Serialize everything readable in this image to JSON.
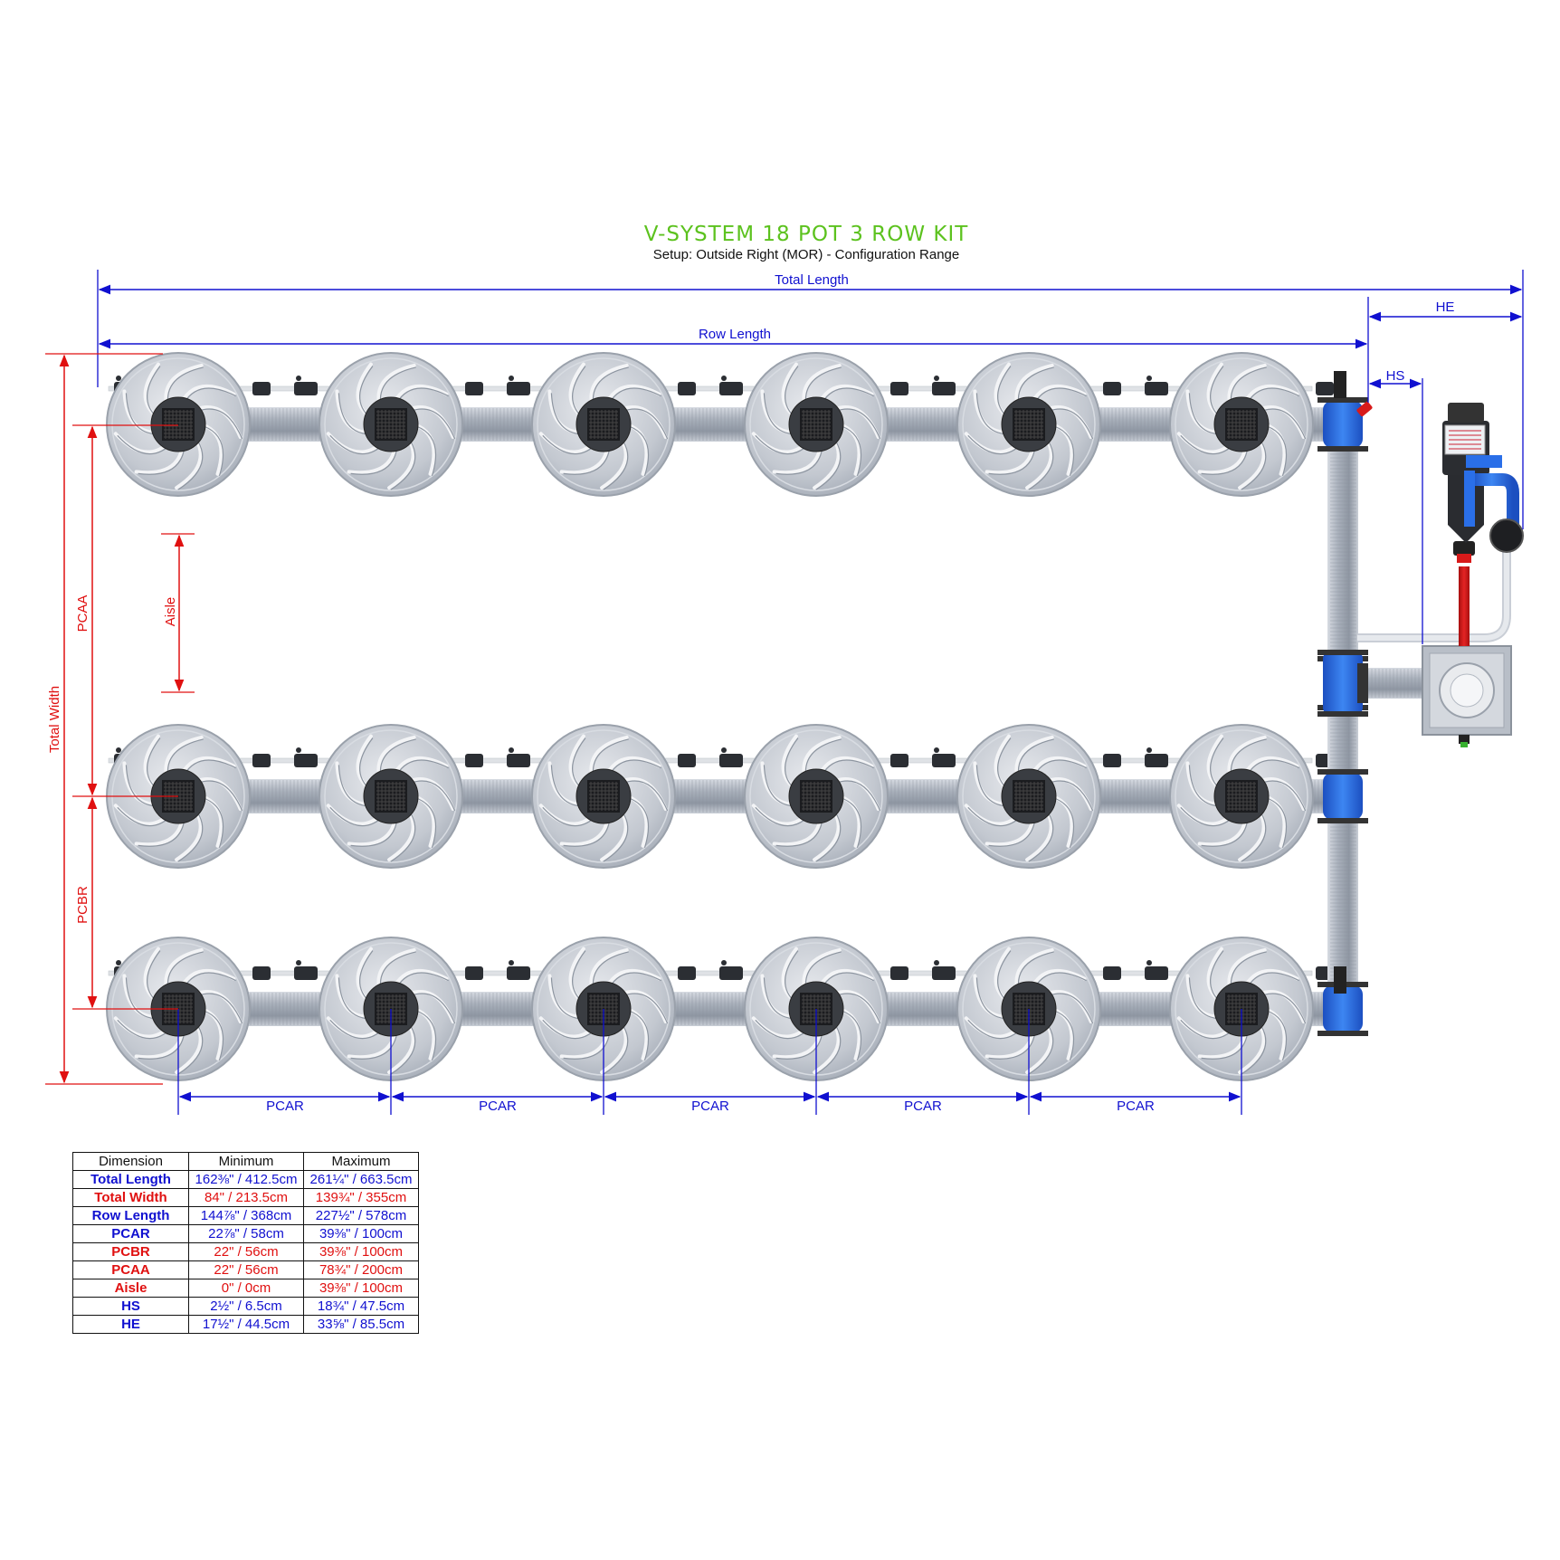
{
  "title": "V-SYSTEM 18 POT 3 ROW KIT",
  "subtitle": "Setup: Outside Right (MOR) - Configuration Range",
  "colors": {
    "title": "#5cc21e",
    "blue_dim": "#1010d0",
    "red_dim": "#e01010",
    "pipe_blue": "#2a6fe8",
    "pipe_red": "#d81a1a"
  },
  "labels": {
    "total_length": "Total Length",
    "row_length": "Row Length",
    "he": "HE",
    "hs": "HS",
    "total_width": "Total Width",
    "pcaa": "PCAA",
    "pcbr": "PCBR",
    "aisle": "Aisle",
    "pcar": "PCAR"
  },
  "layout": {
    "rows": 3,
    "pots_per_row": 6,
    "pcar_spans": 5,
    "icons": [
      "pot-icon",
      "pump-icon",
      "tank-icon",
      "valve-icon"
    ]
  },
  "table": {
    "headers": [
      "Dimension",
      "Minimum",
      "Maximum"
    ],
    "rows": [
      {
        "name": "Total Length",
        "min": "162⅜\" / 412.5cm",
        "max": "261¼\" / 663.5cm",
        "color": "blue"
      },
      {
        "name": "Total Width",
        "min": "84\" / 213.5cm",
        "max": "139¾\" / 355cm",
        "color": "red"
      },
      {
        "name": "Row Length",
        "min": "144⅞\" / 368cm",
        "max": "227½\" / 578cm",
        "color": "blue"
      },
      {
        "name": "PCAR",
        "min": "22⅞\" / 58cm",
        "max": "39⅜\" / 100cm",
        "color": "blue"
      },
      {
        "name": "PCBR",
        "min": "22\" / 56cm",
        "max": "39⅜\" / 100cm",
        "color": "red"
      },
      {
        "name": "PCAA",
        "min": "22\" / 56cm",
        "max": "78¾\" / 200cm",
        "color": "red"
      },
      {
        "name": "Aisle",
        "min": "0\" / 0cm",
        "max": "39⅜\" / 100cm",
        "color": "red"
      },
      {
        "name": "HS",
        "min": "2½\" / 6.5cm",
        "max": "18¾\" / 47.5cm",
        "color": "blue"
      },
      {
        "name": "HE",
        "min": "17½\" / 44.5cm",
        "max": "33⅝\" / 85.5cm",
        "color": "blue"
      }
    ]
  }
}
